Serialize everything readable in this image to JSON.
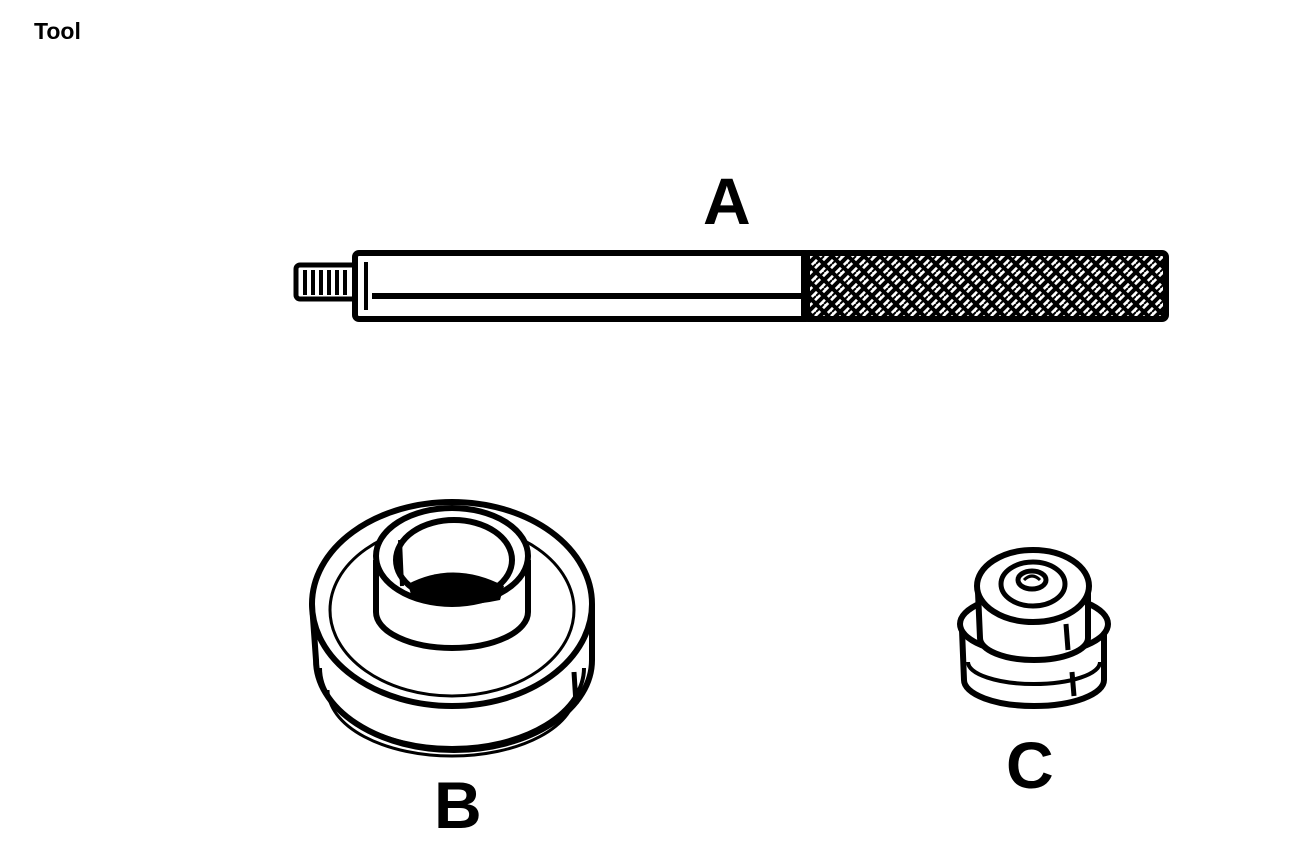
{
  "page": {
    "title": "Tool"
  },
  "parts": {
    "a": {
      "label": "A"
    },
    "b": {
      "label": "B"
    },
    "c": {
      "label": "C"
    }
  },
  "colors": {
    "ink": "#000000",
    "paper": "#ffffff"
  }
}
